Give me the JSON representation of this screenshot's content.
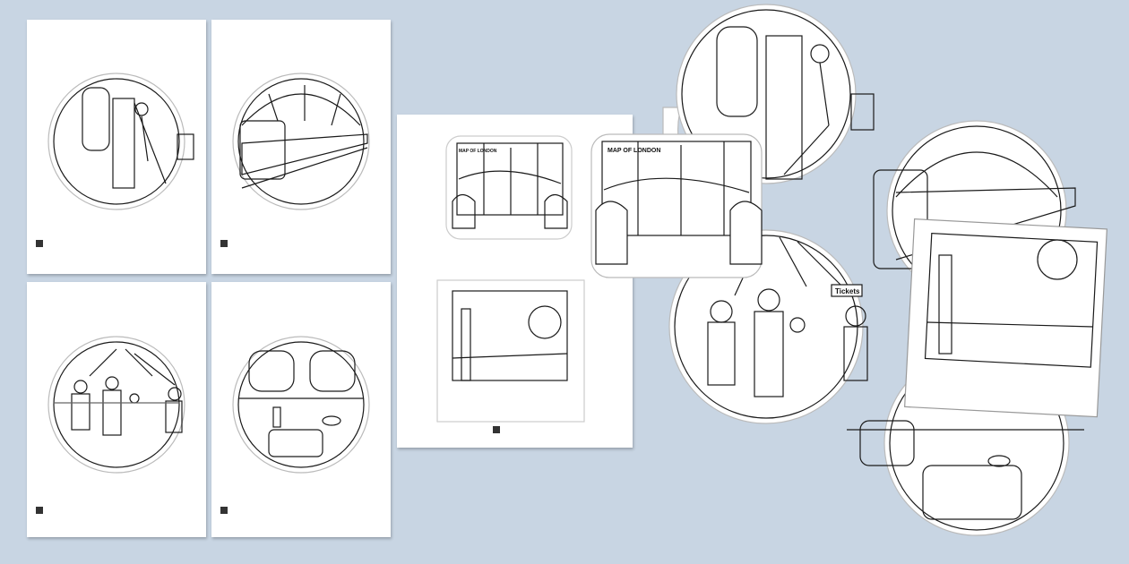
{
  "colors": {
    "background": "#c8d5e3",
    "paper": "#ffffff",
    "ink": "#1a1a1a"
  },
  "map_title": "MAP OF LONDON",
  "map_title_small": "MAP OF LONDON",
  "tickets_sign": "Tickets",
  "pages": [
    {
      "scene": "train-door-passenger"
    },
    {
      "scene": "train-at-platform"
    },
    {
      "scene": "passengers-in-carriage"
    },
    {
      "scene": "carriage-seats"
    },
    {
      "scene": "map-and-london-skyline"
    }
  ]
}
